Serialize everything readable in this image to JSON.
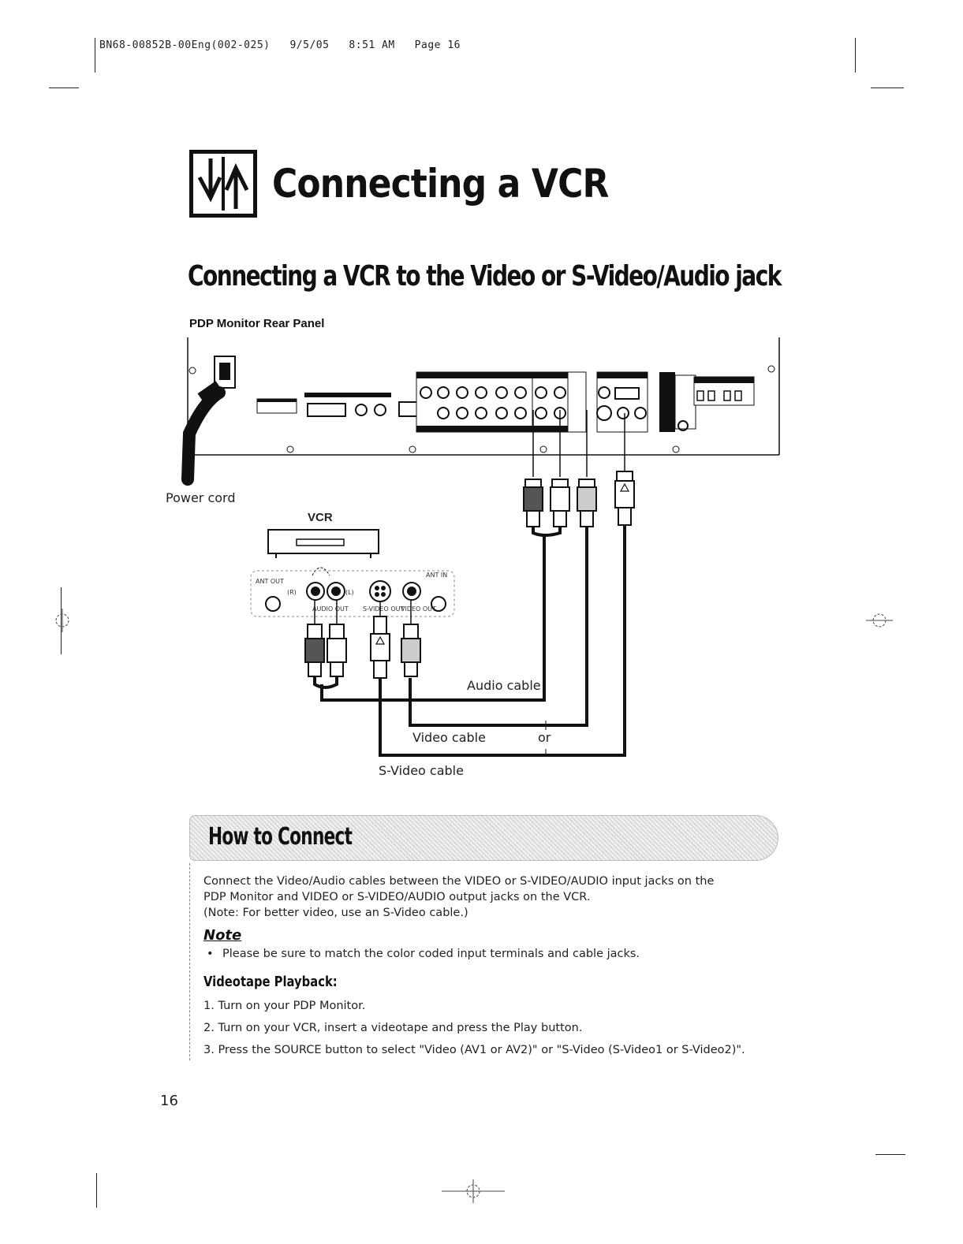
{
  "header": {
    "print_line": "BN68-00852B-00Eng(002-025)   9/5/05   8:51 AM   Page 16"
  },
  "title": {
    "text": "Connecting a VCR"
  },
  "section": {
    "title": "Connecting a VCR to the Video or S-Video/Audio jack"
  },
  "diagram": {
    "panel_label": "PDP Monitor Rear Panel",
    "power_cord_label": "Power cord",
    "vcr_label": "VCR",
    "audio_cable_label": "Audio cable",
    "video_cable_label": "Video cable",
    "or_label": "or",
    "svideo_cable_label": "S-Video cable",
    "vcr_jacks": {
      "ant_out": "ANT OUT",
      "r": "(R)",
      "l": "(L)",
      "audio_out": "AUDIO OUT",
      "svideo_out": "S-VIDEO OUT",
      "video_out": "VIDEO OUT",
      "ant_in": "ANT IN"
    }
  },
  "howto": {
    "title": "How to Connect",
    "paragraph_lines": [
      "Connect the Video/Audio cables between the VIDEO or S-VIDEO/AUDIO input jacks on the",
      "PDP Monitor and VIDEO or S-VIDEO/AUDIO output jacks on the VCR.",
      "(Note: For better video, use an S-Video cable.)"
    ],
    "note_heading": "Note",
    "note_item": "Please be sure to match the color coded input terminals and cable jacks.",
    "playback_heading": "Videotape Playback:",
    "steps": [
      "1.  Turn on your PDP Monitor.",
      "2.  Turn on your VCR, insert a videotape and press the Play button.",
      "3.  Press the SOURCE button to select \"Video (AV1 or AV2)\" or \"S-Video (S-Video1 or S-Video2)\"."
    ]
  },
  "footer": {
    "page_number": "16"
  }
}
